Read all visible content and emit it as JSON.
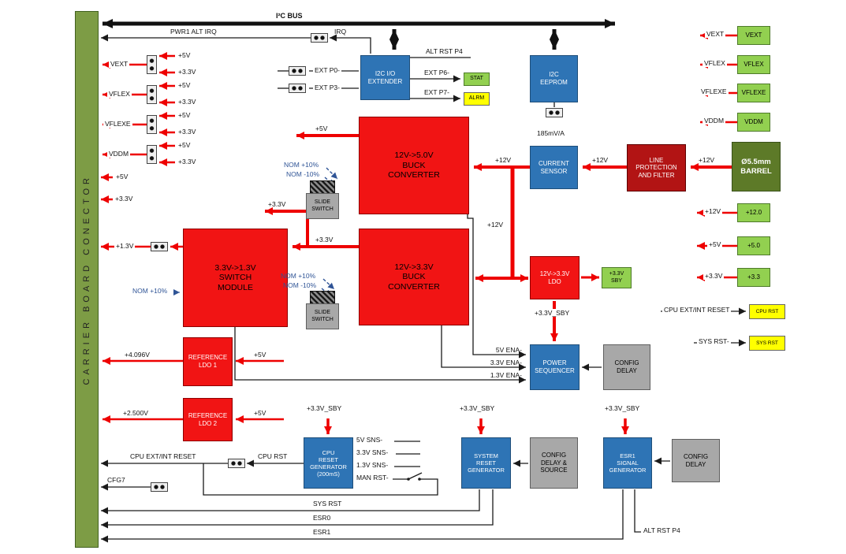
{
  "connector": {
    "label": "CARRIER BOARD CONECTOR"
  },
  "bus": {
    "i2c": "I²C BUS",
    "pwr1": "PWR1 ALT IRQ",
    "irq": "IRQ"
  },
  "blocks": {
    "extender": "I2C I/O\nEXTENDER",
    "eeprom": "I2C\nEEPROM",
    "buck5": "12V->5.0V\nBUCK\nCONVERTER",
    "buck33": "12V->3.3V\nBUCK\nCONVERTER",
    "sensor": "CURRENT\nSENSOR",
    "lineprot": "LINE\nPROTECTION\nAND FILTER",
    "barrel": "Ø5.5mm\nBARREL",
    "slide": "SLIDE\nSWITCH",
    "module": "3.3V->1.3V\nSWITCH\nMODULE",
    "ldo": "12V->3.3V\nLDO",
    "sby_box": "+3.3V\nSBY",
    "sequencer": "POWER\nSEQUENCER",
    "config_delay": "CONFIG\nDELAY",
    "config_delay_source": "CONFIG\nDELAY &\nSOURCE",
    "ref1": "REFERENCE\nLDO 1",
    "ref2": "REFERENCE\nLDO 2",
    "cpu_rst_gen": "CPU\nRESET\nGENERATOR\n(200mS)",
    "sys_rst_gen": "SYSTEM\nRESET\nGENERATOR",
    "esr1_gen": "ESR1\nSIGNAL\nGENERATOR",
    "stat": "STAT",
    "alrm": "ALRM"
  },
  "w": {
    "p5v": "+5V",
    "p33v": "+3.3V",
    "p12v": "+12V",
    "p13v": "+1.3V",
    "v4096": "+4.096V",
    "v2500": "+2.500V",
    "vext": "VEXT",
    "vflex": "VFLEX",
    "vflexe": "VFLEXE",
    "vddm": "VDDM",
    "nom_p10": "NOM +10%",
    "nom_m10": "NOM -10%",
    "sby": "+3.3V_SBY",
    "mva": "185mV/A",
    "ena5": "5V ENA-",
    "ena33": "3.3V ENA-",
    "ena13": "1.3V ENA-",
    "sns5": "5V SNS-",
    "sns33": "3.3V SNS-",
    "sns13": "1.3V SNS-",
    "manrst": "MAN RST-",
    "cpurst": "CPU RST",
    "cpuext": "CPU EXT/INT RESET",
    "cfg7": "CFG7",
    "sysrst": "SYS RST",
    "esr0": "ESR0",
    "esr1": "ESR1",
    "altrst": "ALT RST P4",
    "extp0": "EXT P0-",
    "extp3": "EXT P3-",
    "extp6": "EXT P6-",
    "extp7": "EXT P7-",
    "sysrst_dash": "SYS RST-"
  },
  "ports": {
    "vext": "VEXT",
    "vflex": "VFLEX",
    "vflexe": "VFLEXE",
    "vddm": "VDDM",
    "p12": "+12.0",
    "p5": "+5.0",
    "p33": "+3.3",
    "cpurst": "CPU RST",
    "sysrst": "SYS RST"
  }
}
